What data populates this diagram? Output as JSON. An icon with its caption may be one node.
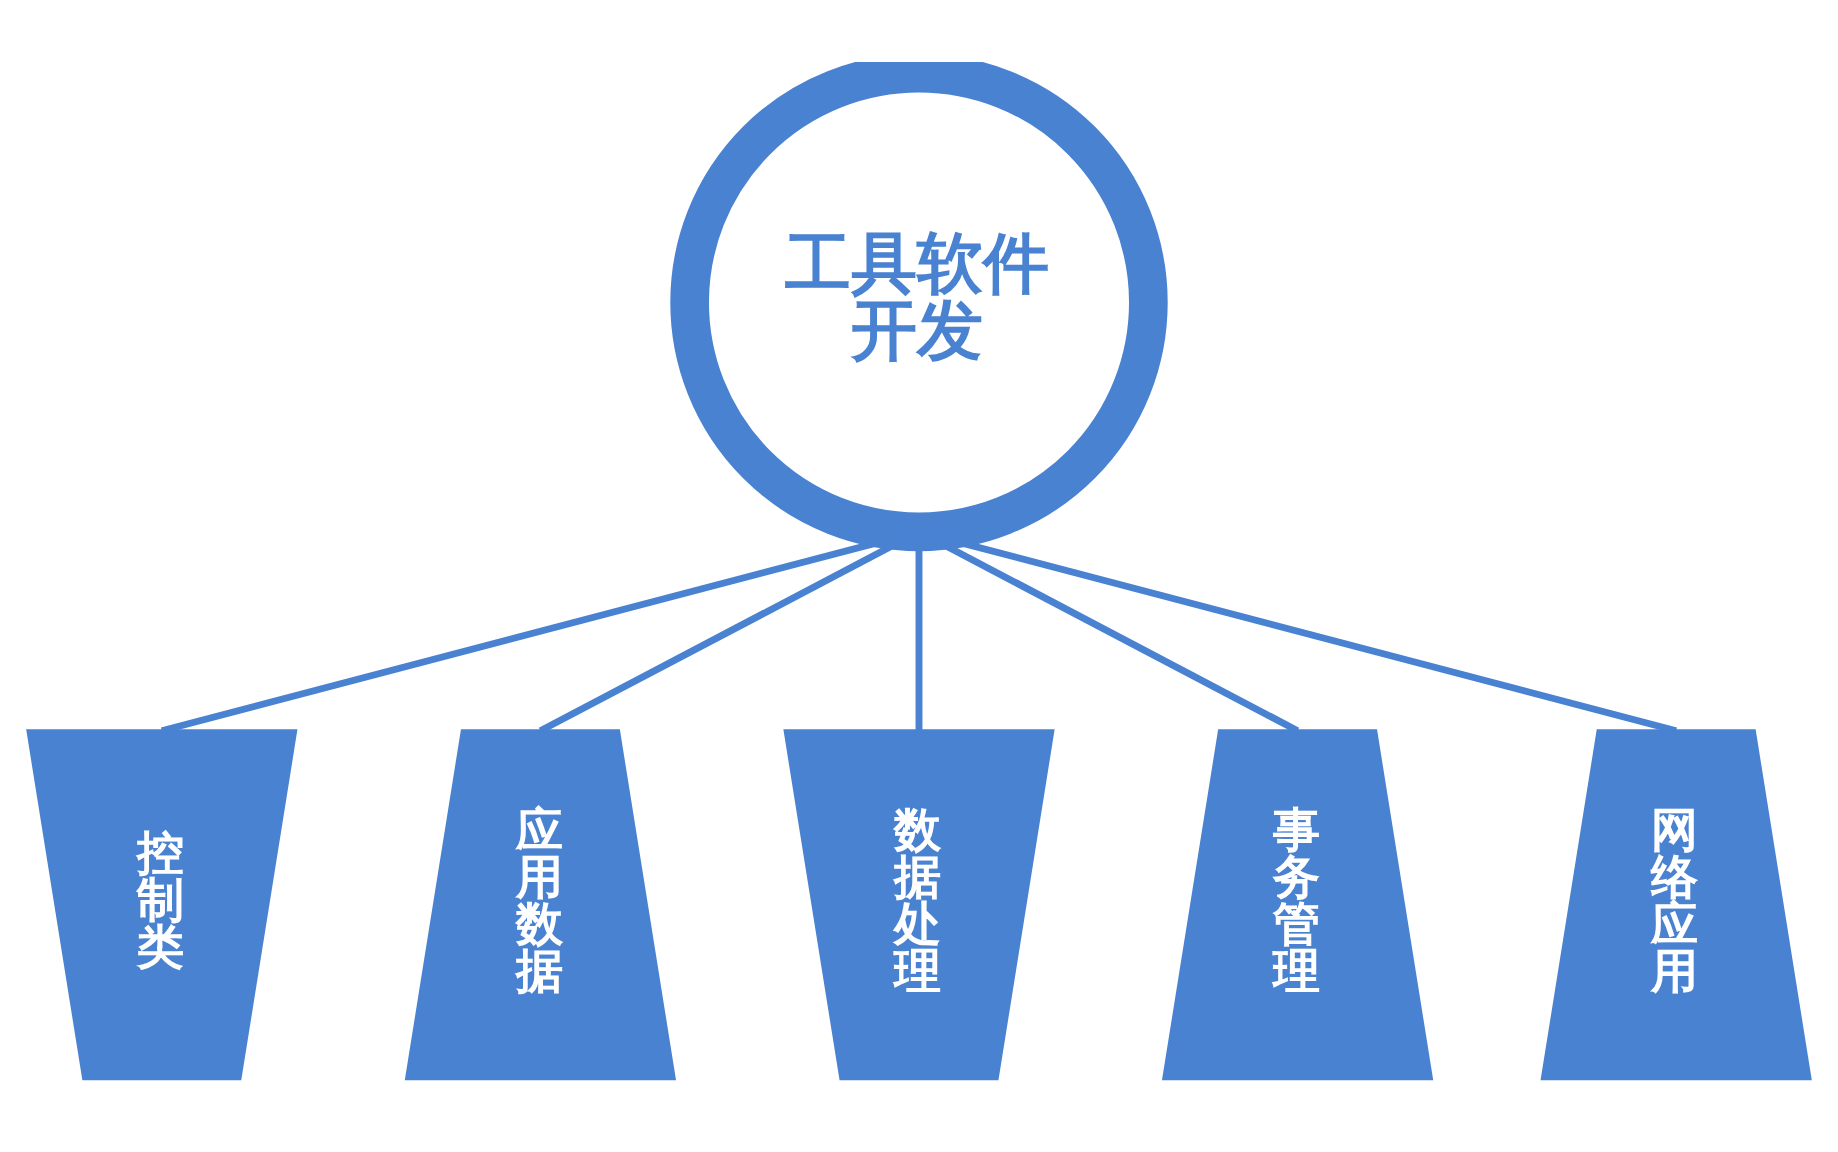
{
  "diagram": {
    "nodes": [
      {
        "text": [
          "工具软件开发"
        ]
      },
      {
        "text": [
          "控制类"
        ]
      },
      {
        "text": [
          "应用数据"
        ]
      },
      {
        "text": [
          "数据处理"
        ]
      },
      {
        "text": [
          "事务管理"
        ]
      },
      {
        "text": [
          "网络应用"
        ]
      }
    ],
    "edges": [
      {
        "from": 0,
        "to": 1,
        "arrow": "none"
      },
      {
        "from": 0,
        "to": 2,
        "arrow": "none"
      },
      {
        "from": 0,
        "to": 3,
        "arrow": "none"
      },
      {
        "from": 0,
        "to": 4,
        "arrow": "none"
      },
      {
        "from": 0,
        "to": 5,
        "arrow": "none"
      }
    ]
  }
}
